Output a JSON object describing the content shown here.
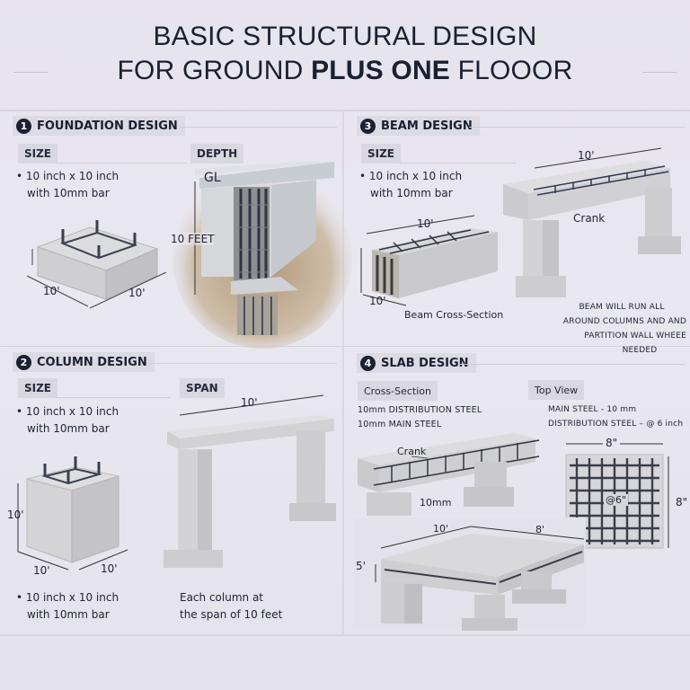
{
  "title": {
    "line1": "BASIC STRUCTURAL DESIGN",
    "line2_prefix": "FOR GROUND ",
    "line2_bold": "PLUS ONE",
    "line2_suffix": " FLOOOR"
  },
  "foundation": {
    "number": "1",
    "heading": "FOUNDATION DESIGN",
    "size_tag": "SIZE",
    "size_line1": "• 10 inch x 10 inch",
    "size_line2": "with 10mm bar",
    "dim_left": "10'",
    "dim_right": "10'",
    "depth_tag": "DEPTH",
    "gl_label": "GL",
    "depth_label": "10 FEET"
  },
  "column": {
    "number": "2",
    "heading": "COLUMN DESIGN",
    "size_tag": "SIZE",
    "size_line1": "• 10 inch x 10 inch",
    "size_line2": "with 10mm bar",
    "dim_height": "10'",
    "dim_left": "10'",
    "dim_right": "10'",
    "bottom_line1": "• 10 inch x 10 inch",
    "bottom_line2": "with 10mm bar",
    "span_tag": "SPAN",
    "span_dim": "10'",
    "span_line1": "Each column at",
    "span_line2": "the span of 10 feet"
  },
  "beam": {
    "number": "3",
    "heading": "BEAM DESIGN",
    "size_tag": "SIZE",
    "size_line1": "• 10 inch x 10 inch",
    "size_line2": "with 10mm bar",
    "section_dim_top": "10'",
    "section_dim_side": "10'",
    "section_caption": "Beam Cross-Section",
    "frame_dim": "10'",
    "crank_label": "Crank",
    "note_line1": "BEAM WILL RUN ALL",
    "note_line2": "AROUND COLUMNS AND AND",
    "note_line3": "PARTITION WALL WHEEE",
    "note_line4": "NEEDED"
  },
  "slab": {
    "number": "4",
    "heading": "SLAB DESIGN",
    "cross_tag": "Cross-Section",
    "cross_line1": "10mm DISTRIBUTION STEEL",
    "cross_line2": "10mm MAIN STEEL",
    "crank_label": "Crank",
    "bar_label": "10mm",
    "top_tag": "Top View",
    "top_line1": "MAIN STEEL - 10 mm",
    "top_line2": "DISTRIBUTION STEEL – @ 6 inch",
    "grid_width": "8\"",
    "grid_height": "8\"",
    "grid_spacing": "@6\"",
    "slab_dim_a": "10'",
    "slab_dim_b": "8'",
    "slab_dim_h": "5'"
  }
}
